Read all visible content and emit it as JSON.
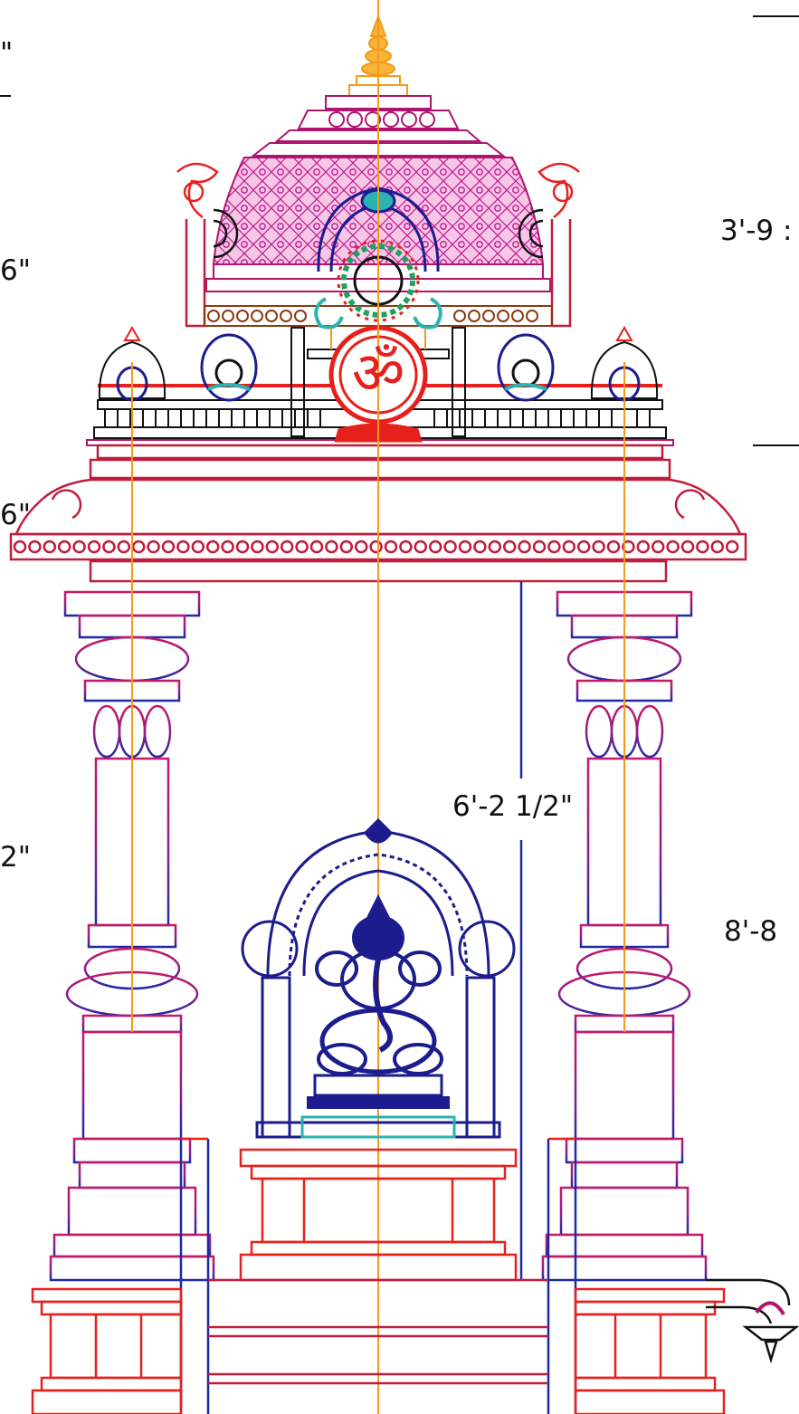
{
  "dimensions": {
    "top_partial": "\"",
    "left_6in_upper": "6\"",
    "left_6in_lower": "6\"",
    "left_2in": "2\"",
    "right_upper": "3'-9 :",
    "right_lower": "8'-8",
    "center_clear": "6'-2 1/2\""
  },
  "emblem": {
    "om_glyph": "ॐ"
  },
  "colors": {
    "magenta": "#b0146e",
    "pink_fill": "#e65fb9",
    "purple": "#7a1e8c",
    "navy": "#1c1c8e",
    "blue": "#1d2aa6",
    "red": "#e8201c",
    "orange": "#f39a18",
    "teal": "#2ab3b0",
    "crimson": "#c01c3c",
    "brown": "#8a3a12",
    "black": "#111111"
  }
}
